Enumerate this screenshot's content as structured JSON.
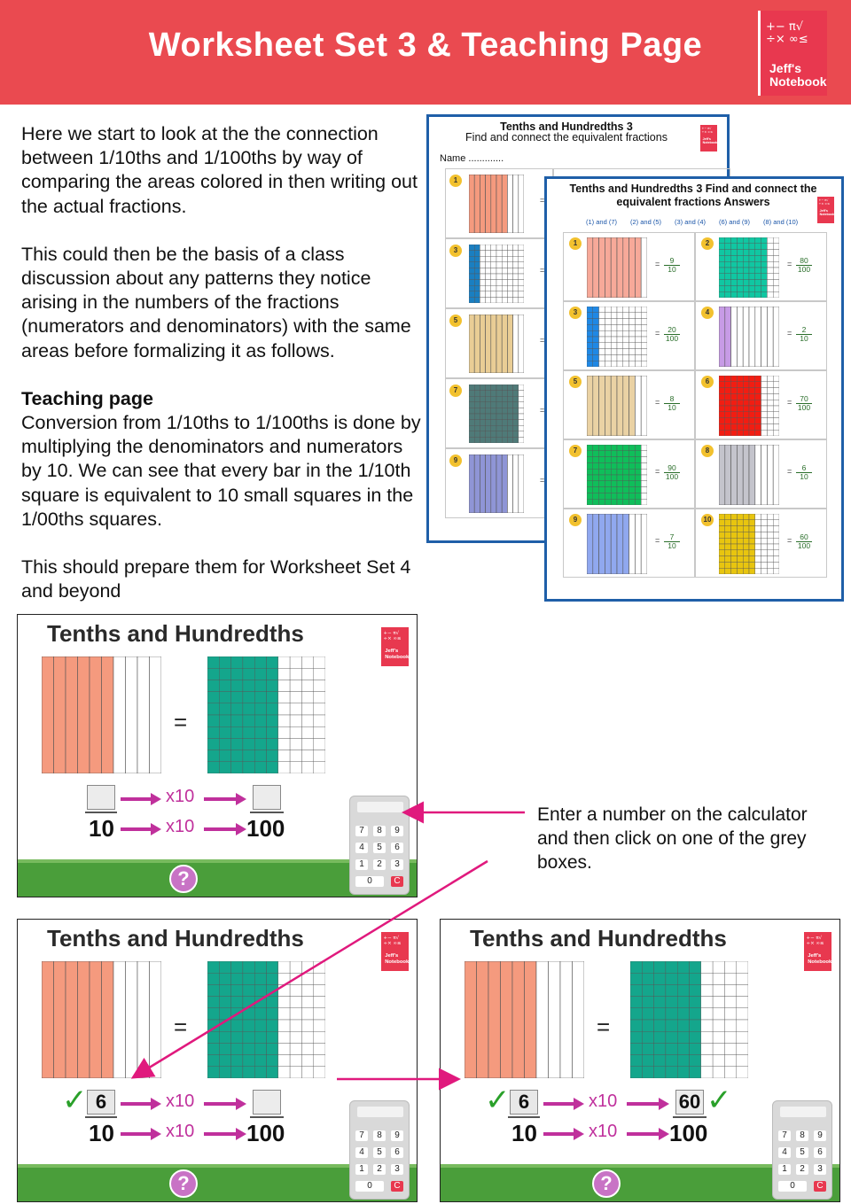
{
  "banner": {
    "title": "Worksheet  Set 3 & Teaching Page",
    "color": "#ea4a50"
  },
  "logo": {
    "symbols_top": "+− π√",
    "symbols_bottom": "÷× ∞≤",
    "brand_top": "Jeff's",
    "brand_bottom": "Notebook"
  },
  "intro": {
    "p1": "Here we start to look at the the connection between 1/10ths and 1/100ths by way of comparing the areas colored in then writing out the actual fractions.",
    "p2": "This could then be the basis of a class discussion about any patterns they notice arising in the numbers of the fractions (numerators and denominators) with the same areas before formalizing it as follows.",
    "head": "Teaching page",
    "p3": "Conversion from 1/10ths to 1/100ths is done by multiplying the denominators and numerators by 10. We can see that every bar in the 1/10th square is equivalent to 10 small squares in the 1/00ths squares.",
    "p4": "This should prepare them for Worksheet Set 4 and beyond"
  },
  "worksheet_back": {
    "title_1": "Tenths and Hundredths 3",
    "title_2": "Find and connect the equivalent fractions",
    "name_label": "Name .............",
    "rows": [
      {
        "n": "1",
        "color": "#f59a7e",
        "kind": "tenths",
        "filled": 7,
        "eq": "="
      },
      {
        "n": "3",
        "color": "#1a7fc1",
        "kind": "hundredths",
        "filled": 20,
        "eq": "="
      },
      {
        "n": "5",
        "color": "#e9cd95",
        "kind": "tenths",
        "filled": 8,
        "eq": "="
      },
      {
        "n": "7",
        "color": "#4f7a78",
        "kind": "hundredths",
        "filled": 90,
        "eq": "="
      },
      {
        "n": "9",
        "color": "#8f95d6",
        "kind": "tenths",
        "filled": 7,
        "eq": "="
      }
    ]
  },
  "worksheet_answers": {
    "title_1": "Tenths and Hundredths 3 Find and connect the",
    "title_2": "equivalent fractions Answers",
    "pairs": [
      "(1) and (7)",
      "(2) and (5)",
      "(3) and (4)",
      "(6) and (9)",
      "(8) and (10)"
    ],
    "eq": "=",
    "cells": [
      {
        "n": "1",
        "color": "#f7a999",
        "kind": "tenths",
        "filled": 9,
        "num": "9",
        "den": "10"
      },
      {
        "n": "2",
        "color": "#10c7a2",
        "kind": "hundredths",
        "filled": 80,
        "num": "80",
        "den": "100"
      },
      {
        "n": "3",
        "color": "#1f88e5",
        "kind": "hundredths",
        "filled": 20,
        "num": "20",
        "den": "100"
      },
      {
        "n": "4",
        "color": "#c79be6",
        "kind": "tenths",
        "filled": 2,
        "num": "2",
        "den": "10"
      },
      {
        "n": "5",
        "color": "#ead2a4",
        "kind": "tenths",
        "filled": 8,
        "num": "8",
        "den": "10"
      },
      {
        "n": "6",
        "color": "#f21d12",
        "kind": "hundredths",
        "filled": 70,
        "num": "70",
        "den": "100"
      },
      {
        "n": "7",
        "color": "#0fbe5a",
        "kind": "hundredths",
        "filled": 90,
        "num": "90",
        "den": "100"
      },
      {
        "n": "8",
        "color": "#c4c4cc",
        "kind": "tenths",
        "filled": 6,
        "num": "6",
        "den": "10"
      },
      {
        "n": "9",
        "color": "#90a8ef",
        "kind": "tenths",
        "filled": 7,
        "num": "7",
        "den": "10"
      },
      {
        "n": "10",
        "color": "#e8c50f",
        "kind": "hundredths",
        "filled": 60,
        "num": "60",
        "den": "100"
      }
    ]
  },
  "panels": {
    "title": "Tenths and Hundredths",
    "eq": "=",
    "x10": "x10",
    "den_left": "10",
    "den_right": "100",
    "help": "?",
    "tenths_color": "#f59a7e",
    "tenths_filled": 6,
    "hundredths_color": "#14a68c",
    "hundredths_filled": 60,
    "calc_keys": [
      "7",
      "8",
      "9",
      "4",
      "5",
      "6",
      "1",
      "2",
      "3",
      "0",
      "C"
    ],
    "p2_num_left": "6",
    "p3_num_left": "6",
    "p3_num_right": "60",
    "check": "✓"
  },
  "note": {
    "text": "Enter a number on the calculator and then click on one of the grey boxes."
  },
  "arrow_color": "#e0197d"
}
